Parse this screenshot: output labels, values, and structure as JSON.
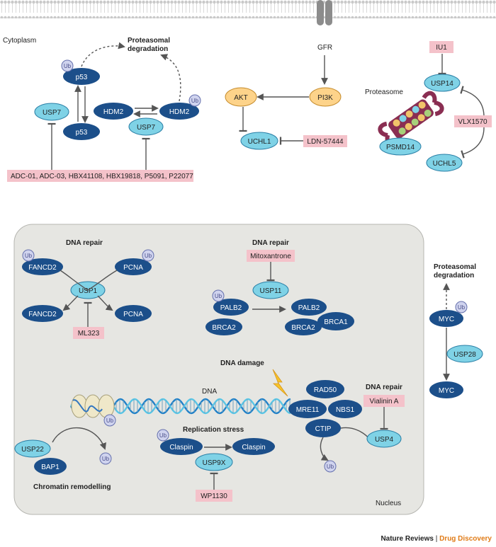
{
  "regions": {
    "cytoplasm": "Cytoplasm",
    "nucleus": "Nucleus",
    "dna": "DNA"
  },
  "proteins": {
    "p53": "p53",
    "hdm2": "HDM2",
    "usp7": "USP7",
    "gfr": "GFR",
    "pi3k": "PI3K",
    "akt": "AKT",
    "uchl1": "UCHL1",
    "iu1": "IU1",
    "usp14": "USP14",
    "proteasome": "Proteasome",
    "psmd14": "PSMD14",
    "uchl5": "UCHL5",
    "fancd2": "FANCD2",
    "pcna": "PCNA",
    "usp1": "USP1",
    "usp11": "USP11",
    "palb2": "PALB2",
    "brca2": "BRCA2",
    "brca1": "BRCA1",
    "myc": "MYC",
    "usp28": "USP28",
    "rad50": "RAD50",
    "mre11": "MRE11",
    "nbs1": "NBS1",
    "ctip": "CTIP",
    "usp4": "USP4",
    "usp22": "USP22",
    "bap1": "BAP1",
    "claspin": "Claspin",
    "usp9x": "USP9X",
    "ub": "Ub"
  },
  "inhibitors": {
    "usp7": "ADC-01, ADC-03, HBX41108, HBX19818, P5091, P22077",
    "uchl1": "LDN-57444",
    "usp14": "IU1",
    "vlx": "VLX1570",
    "usp1": "ML323",
    "usp11": "Mitoxantrone",
    "usp4": "Vialinin A",
    "usp9x": "WP1130"
  },
  "labels": {
    "proteasomal": "Proteasomal",
    "degradation": "degradation",
    "dna_repair": "DNA repair",
    "dna_damage": "DNA damage",
    "replication_stress": "Replication stress",
    "chromatin_remodelling": "Chromatin remodelling"
  },
  "credit": {
    "journal": "Nature Reviews",
    "sep": " | ",
    "section": "Drug Discovery"
  },
  "colors": {
    "dark_node": "#1c4f8a",
    "light_node": "#7fd2e6",
    "inhibitor_box": "#f4c2ca",
    "nucleus": "#e6e6e2",
    "credit_accent": "#e07b17"
  }
}
